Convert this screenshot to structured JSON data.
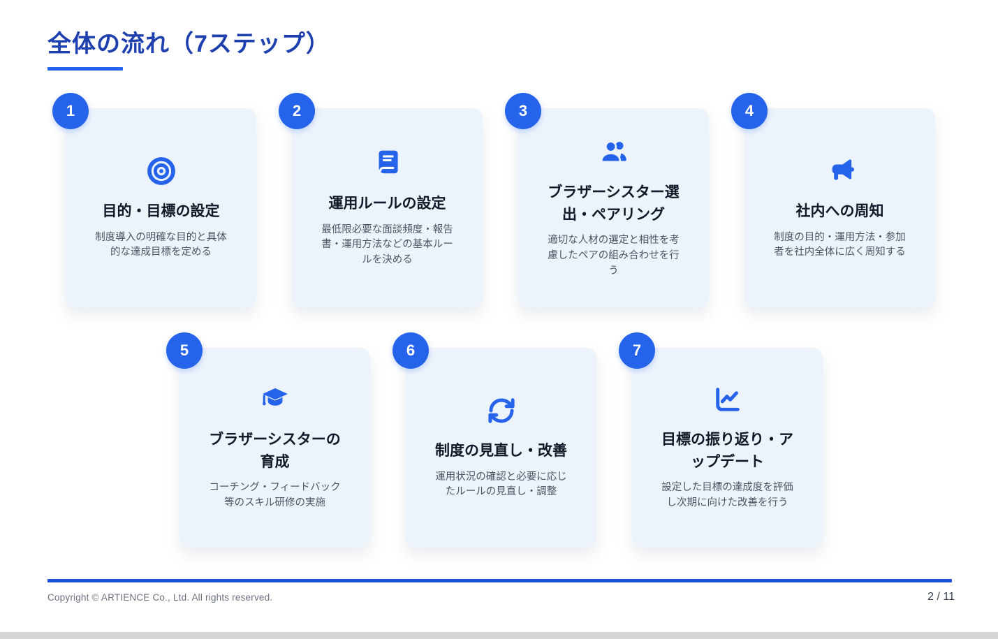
{
  "header": {
    "title": "全体の流れ（7ステップ）"
  },
  "colors": {
    "accent_blue": "#2563eb",
    "heading_blue": "#1e40af",
    "card_background": "#edf3fb",
    "title_text": "#111827",
    "description_text": "#4b5563",
    "footer_rule": "#1d4ed8",
    "badge_text": "#ffffff"
  },
  "steps": [
    {
      "number": "1",
      "icon": "target-icon",
      "title": "目的・目標の設定",
      "description": "制度導入の明確な目的と具体\n的な達成目標を定める"
    },
    {
      "number": "2",
      "icon": "book-icon",
      "title": "運用ルールの設定",
      "description": "最低限必要な面談頻度・報告\n書・運用方法などの基本ルー\nルを決める"
    },
    {
      "number": "3",
      "icon": "users-icon",
      "title": "ブラザーシスター選\n出・ペアリング",
      "description": "適切な人材の選定と相性を考\n慮したペアの組み合わせを行\nう"
    },
    {
      "number": "4",
      "icon": "megaphone-icon",
      "title": "社内への周知",
      "description": "制度の目的・運用方法・参加\n者を社内全体に広く周知する"
    },
    {
      "number": "5",
      "icon": "graduation-cap-icon",
      "title": "ブラザーシスターの\n育成",
      "description": "コーチング・フィードバック\n等のスキル研修の実施"
    },
    {
      "number": "6",
      "icon": "sync-icon",
      "title": "制度の見直し・改善",
      "description": "運用状況の確認と必要に応じ\nたルールの見直し・調整"
    },
    {
      "number": "7",
      "icon": "chart-line-icon",
      "title": "目標の振り返り・ア\nップデート",
      "description": "設定した目標の達成度を評価\nし次期に向けた改善を行う"
    }
  ],
  "footer": {
    "copyright": "Copyright © ARTIENCE Co., Ltd. All rights reserved.",
    "page_number": "2 / 11"
  }
}
